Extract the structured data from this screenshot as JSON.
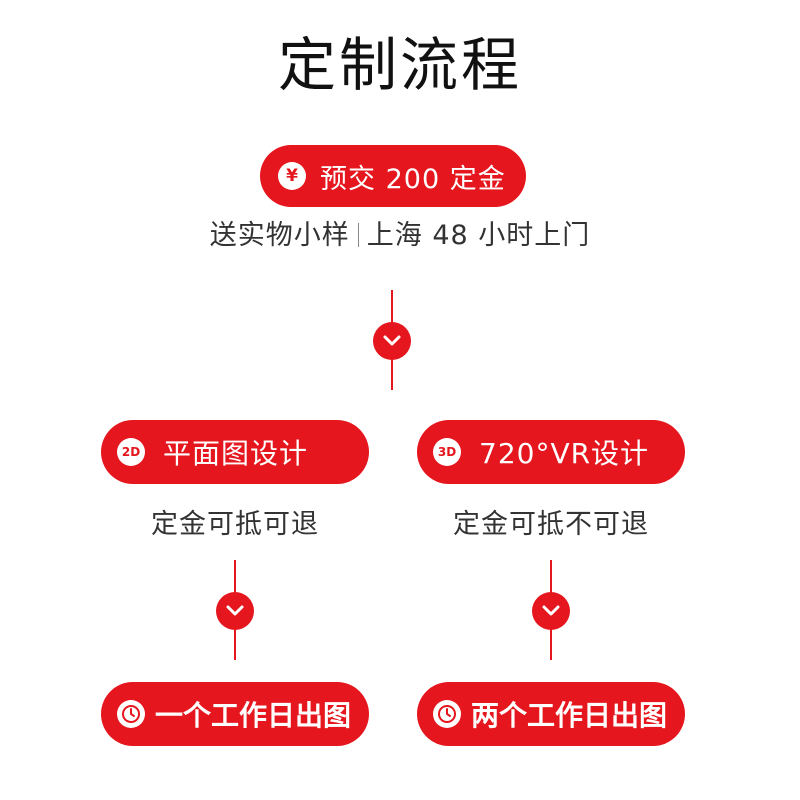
{
  "title": "定制流程",
  "colors": {
    "accent": "#e5161d",
    "text": "#333333"
  },
  "step1": {
    "icon": "yen-icon",
    "badge": "¥",
    "label": "预交 200 定金",
    "sub_left": "送实物小样",
    "sub_right": "上海 48 小时上门"
  },
  "option_2d": {
    "badge": "2D",
    "label": "平面图设计",
    "sub": "定金可抵可退",
    "result_icon": "clock-icon",
    "result": "一个工作日出图"
  },
  "option_3d": {
    "badge": "3D",
    "label": "720°VR设计",
    "sub": "定金可抵不可退",
    "result_icon": "clock-icon",
    "result": "两个工作日出图"
  },
  "connector_icon": "chevron-down-icon"
}
